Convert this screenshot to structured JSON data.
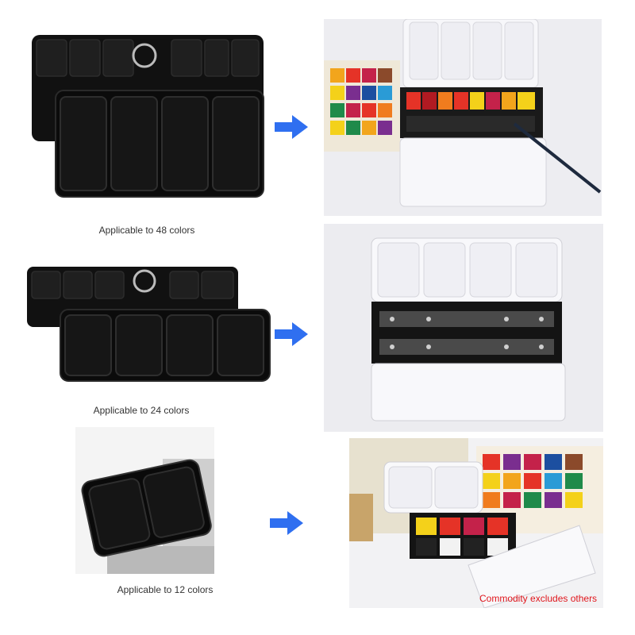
{
  "rows": [
    {
      "caption": "Applicable to 48 colors"
    },
    {
      "caption": "Applicable to 24 colors"
    },
    {
      "caption": "Applicable to 12 colors"
    }
  ],
  "footer_note": "Commodity excludes others",
  "pan_colors": [
    "#e53327",
    "#f2a51c",
    "#f4d11a",
    "#1f8a4a",
    "#1c4fa0",
    "#7a2e8f",
    "#c4224a",
    "#2a9bd6",
    "#8b4a2b",
    "#222222",
    "#f07c1e",
    "#e8e3c6"
  ],
  "colors": {
    "arrow": "#2f6ff0",
    "tin_dark": "#0d0d0d",
    "tin_light": "#f2f2f6",
    "note": "#e0161c"
  }
}
